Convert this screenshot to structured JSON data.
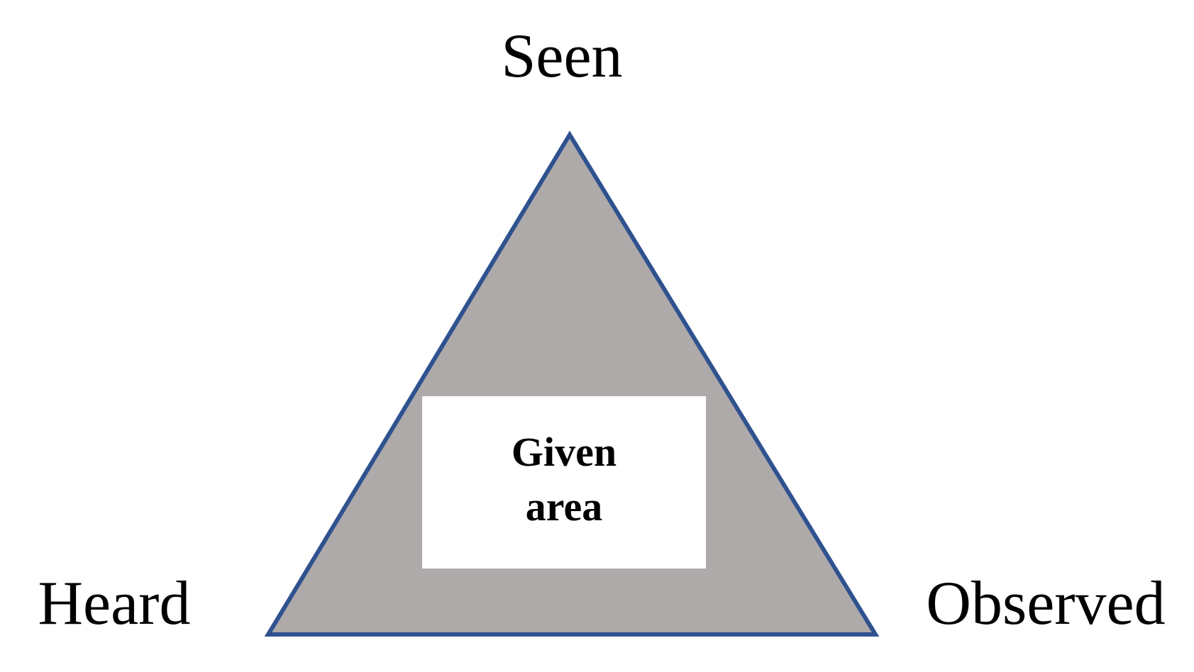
{
  "diagram": {
    "labels": {
      "top": "Seen",
      "bottom_left": "Heard",
      "bottom_right": "Observed"
    },
    "center_box": {
      "line1": "Given",
      "line2": "area"
    },
    "colors": {
      "triangle_fill": "#aeaaaa",
      "triangle_stroke": "#2f528f",
      "center_box_fill": "#ffffff",
      "text": "#000000",
      "background": "#ffffff"
    }
  }
}
